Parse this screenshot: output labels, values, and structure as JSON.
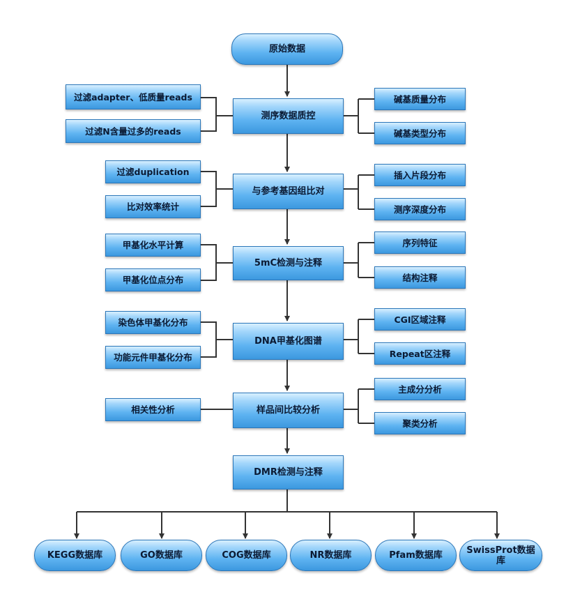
{
  "flow": {
    "start": "原始数据",
    "qc": "测序数据质控",
    "align": "与参考基因组比对",
    "detect": "5mC检测与注释",
    "map": "DNA甲基化图谱",
    "compare": "样品间比较分析",
    "dmr": "DMR检测与注释"
  },
  "left": {
    "filter_adapter": "过滤adapter、低质量reads",
    "filter_n": "过滤N含量过多的reads",
    "filter_dup": "过滤duplication",
    "align_stats": "比对效率统计",
    "methyl_level": "甲基化水平计算",
    "methyl_sites": "甲基化位点分布",
    "chrom_dist": "染色体甲基化分布",
    "element_dist": "功能元件甲基化分布",
    "correlation": "相关性分析"
  },
  "right": {
    "base_quality": "碱基质量分布",
    "base_type": "碱基类型分布",
    "insert_size": "插入片段分布",
    "depth": "测序深度分布",
    "seq_features": "序列特征",
    "struct_anno": "结构注释",
    "cgi": "CGI区域注释",
    "repeat": "Repeat区注释",
    "pca": "主成分分析",
    "cluster": "聚类分析"
  },
  "databases": [
    "KEGG数据库",
    "GO数据库",
    "COG数据库",
    "NR数据库",
    "Pfam数据库",
    "SwissProt数据库"
  ],
  "colors": {
    "box_top": "#d9f0ff",
    "box_bottom": "#3c98df",
    "border": "#2a76b9",
    "connector": "#333333"
  }
}
